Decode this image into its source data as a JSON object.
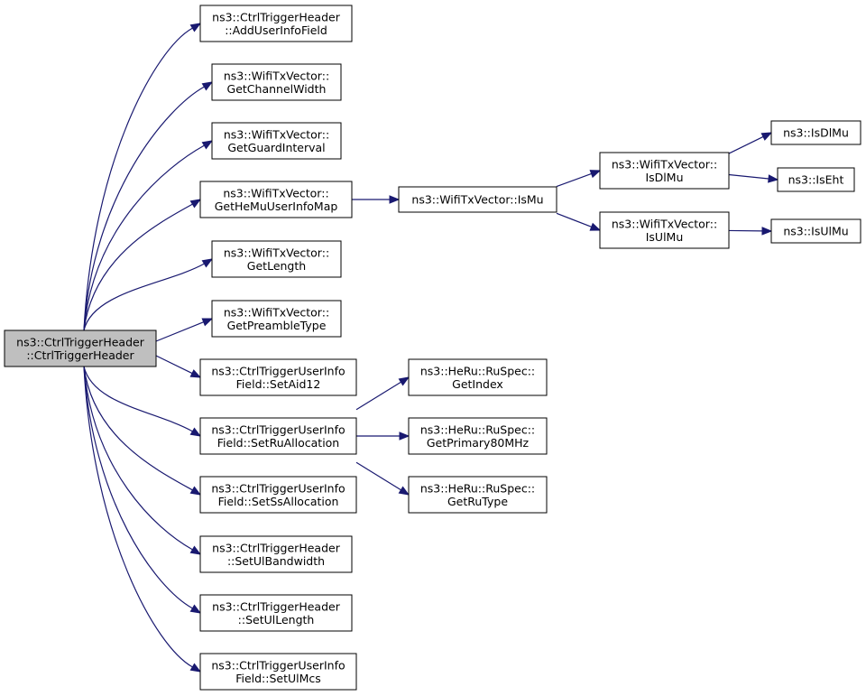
{
  "diagram": {
    "nodes": [
      {
        "id": "root",
        "lines": [
          "ns3::CtrlTriggerHeader",
          "::CtrlTriggerHeader"
        ],
        "highlighted": true
      },
      {
        "id": "n1",
        "lines": [
          "ns3::CtrlTriggerHeader",
          "::AddUserInfoField"
        ]
      },
      {
        "id": "n2",
        "lines": [
          "ns3::WifiTxVector::",
          "GetChannelWidth"
        ]
      },
      {
        "id": "n3",
        "lines": [
          "ns3::WifiTxVector::",
          "GetGuardInterval"
        ]
      },
      {
        "id": "n4",
        "lines": [
          "ns3::WifiTxVector::",
          "GetHeMuUserInfoMap"
        ]
      },
      {
        "id": "n5",
        "lines": [
          "ns3::WifiTxVector::",
          "GetLength"
        ]
      },
      {
        "id": "n6",
        "lines": [
          "ns3::WifiTxVector::",
          "GetPreambleType"
        ]
      },
      {
        "id": "n7",
        "lines": [
          "ns3::CtrlTriggerUserInfo",
          "Field::SetAid12"
        ]
      },
      {
        "id": "n8",
        "lines": [
          "ns3::CtrlTriggerUserInfo",
          "Field::SetRuAllocation"
        ]
      },
      {
        "id": "n9",
        "lines": [
          "ns3::CtrlTriggerUserInfo",
          "Field::SetSsAllocation"
        ]
      },
      {
        "id": "n10",
        "lines": [
          "ns3::CtrlTriggerHeader",
          "::SetUlBandwidth"
        ]
      },
      {
        "id": "n11",
        "lines": [
          "ns3::CtrlTriggerHeader",
          "::SetUlLength"
        ]
      },
      {
        "id": "n12",
        "lines": [
          "ns3::CtrlTriggerUserInfo",
          "Field::SetUlMcs"
        ]
      },
      {
        "id": "ismu",
        "lines": [
          "ns3::WifiTxVector::IsMu"
        ]
      },
      {
        "id": "isdlmu_v",
        "lines": [
          "ns3::WifiTxVector::",
          "IsDlMu"
        ]
      },
      {
        "id": "isulmu_v",
        "lines": [
          "ns3::WifiTxVector::",
          "IsUlMu"
        ]
      },
      {
        "id": "isdlmu",
        "lines": [
          "ns3::IsDlMu"
        ]
      },
      {
        "id": "iseht",
        "lines": [
          "ns3::IsEht"
        ]
      },
      {
        "id": "isulmu",
        "lines": [
          "ns3::IsUlMu"
        ]
      },
      {
        "id": "getindex",
        "lines": [
          "ns3::HeRu::RuSpec::",
          "GetIndex"
        ]
      },
      {
        "id": "getprimary",
        "lines": [
          "ns3::HeRu::RuSpec::",
          "GetPrimary80MHz"
        ]
      },
      {
        "id": "getrutype",
        "lines": [
          "ns3::HeRu::RuSpec::",
          "GetRuType"
        ]
      }
    ],
    "edges": [
      {
        "from": "root",
        "to": "n1"
      },
      {
        "from": "root",
        "to": "n2"
      },
      {
        "from": "root",
        "to": "n3"
      },
      {
        "from": "root",
        "to": "n4"
      },
      {
        "from": "root",
        "to": "n5"
      },
      {
        "from": "root",
        "to": "n6"
      },
      {
        "from": "root",
        "to": "n7"
      },
      {
        "from": "root",
        "to": "n8"
      },
      {
        "from": "root",
        "to": "n9"
      },
      {
        "from": "root",
        "to": "n10"
      },
      {
        "from": "root",
        "to": "n11"
      },
      {
        "from": "root",
        "to": "n12"
      },
      {
        "from": "n4",
        "to": "ismu"
      },
      {
        "from": "ismu",
        "to": "isdlmu_v"
      },
      {
        "from": "ismu",
        "to": "isulmu_v"
      },
      {
        "from": "isdlmu_v",
        "to": "isdlmu"
      },
      {
        "from": "isdlmu_v",
        "to": "iseht"
      },
      {
        "from": "isulmu_v",
        "to": "isulmu"
      },
      {
        "from": "n8",
        "to": "getindex"
      },
      {
        "from": "n8",
        "to": "getprimary"
      },
      {
        "from": "n8",
        "to": "getrutype"
      }
    ],
    "colors": {
      "edge": "#191970",
      "node_border": "#000000",
      "node_fill": "#ffffff",
      "root_fill": "#bfbfbf"
    }
  }
}
